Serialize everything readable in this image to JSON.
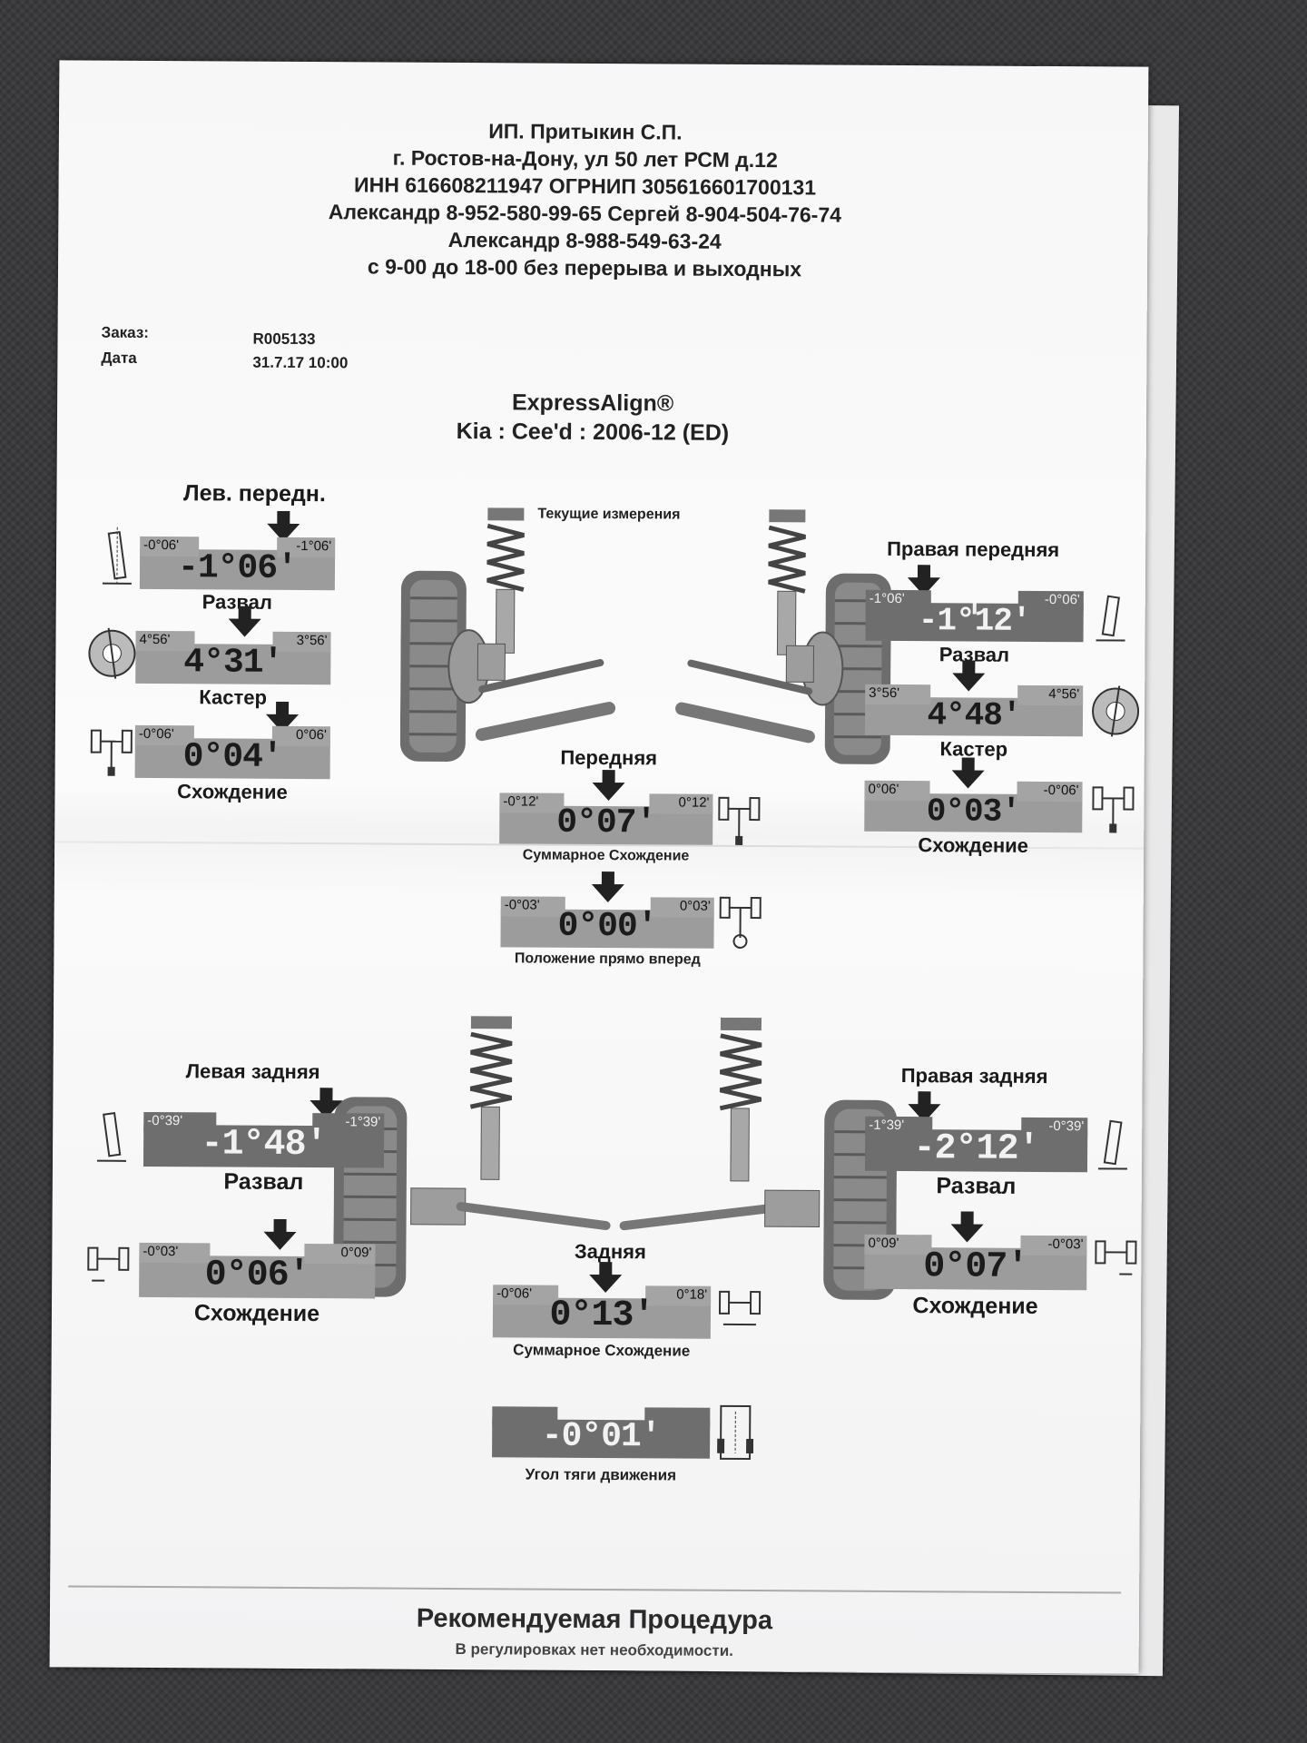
{
  "header": {
    "lines": [
      "ИП. Притыкин С.П.",
      "г. Ростов-на-Дону, ул 50 лет РСМ д.12",
      "ИНН 616608211947 ОГРНИП 305616601700131",
      "Александр 8-952-580-99-65 Сергей 8-904-504-76-74",
      "Александр 8-988-549-63-24",
      "с 9-00 до 18-00 без перерыва и выходных"
    ]
  },
  "order": {
    "order_label": "Заказ:",
    "order_value": "R005133",
    "date_label": "Дата",
    "date_value": "31.7.17 10:00"
  },
  "report": {
    "title": "ExpressAlign®",
    "vehicle": "Kia : Cee'd : 2006-12 (ED)",
    "current_measurements": "Текущие измерения"
  },
  "front_left": {
    "title": "Лев. передн.",
    "camber": {
      "label": "Развал",
      "min": "-0°06'",
      "max": "-1°06'",
      "value": "-1°06",
      "unit": "'"
    },
    "caster": {
      "label": "Кастер",
      "min": "4°56'",
      "max": "3°56'",
      "value": "4°31",
      "unit": "'"
    },
    "toe": {
      "label": "Схождение",
      "min": "-0°06'",
      "max": "0°06'",
      "value": "0°04",
      "unit": "'"
    }
  },
  "front_right": {
    "title": "Правая передняя",
    "camber": {
      "label": "Развал",
      "min": "-1°06'",
      "max": "-0°06'",
      "value": "-1°12",
      "unit": "'"
    },
    "caster": {
      "label": "Кастер",
      "min": "3°56'",
      "max": "4°56'",
      "value": "4°48",
      "unit": "'"
    },
    "toe": {
      "label": "Схождение",
      "min": "0°06'",
      "max": "-0°06'",
      "value": "0°03",
      "unit": "'"
    }
  },
  "front_axle": {
    "title": "Передняя",
    "total_toe": {
      "label": "Суммарное Схождение",
      "min": "-0°12'",
      "max": "0°12'",
      "value": "0°07",
      "unit": "'"
    },
    "steer_ahead": {
      "label": "Положение прямо вперед",
      "min": "-0°03'",
      "max": "0°03'",
      "value": "0°00",
      "unit": "'"
    }
  },
  "rear_left": {
    "title": "Левая задняя",
    "camber": {
      "label": "Развал",
      "min": "-0°39'",
      "max": "-1°39'",
      "value": "-1°48",
      "unit": "'"
    },
    "toe": {
      "label": "Схождение",
      "min": "-0°03'",
      "max": "0°09'",
      "value": "0°06",
      "unit": "'"
    }
  },
  "rear_right": {
    "title": "Правая задняя",
    "camber": {
      "label": "Развал",
      "min": "-1°39'",
      "max": "-0°39'",
      "value": "-2°12",
      "unit": "'"
    },
    "toe": {
      "label": "Схождение",
      "min": "0°09'",
      "max": "-0°03'",
      "value": "0°07",
      "unit": "'"
    }
  },
  "rear_axle": {
    "title": "Задняя",
    "total_toe": {
      "label": "Суммарное Схождение",
      "min": "-0°06'",
      "max": "0°18'",
      "value": "0°13",
      "unit": "'"
    },
    "thrust": {
      "label": "Угол тяги движения",
      "value": "-0°01",
      "unit": "'"
    }
  },
  "recommendation": {
    "title": "Рекомендуемая Процедура",
    "text": "В регулировках нет необходимости."
  }
}
